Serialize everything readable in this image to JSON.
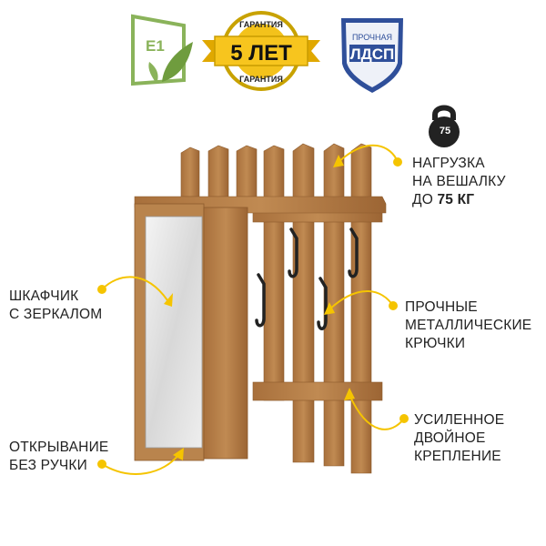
{
  "badges": {
    "e1": "E1",
    "warranty_top": "ГАРАНТИЯ",
    "warranty_main": "5 ЛЕТ",
    "warranty_bottom": "ГАРАНТИЯ",
    "ldsp_top": "ПРОЧНАЯ",
    "ldsp_main": "ЛДСП"
  },
  "kettlebell_value": "75",
  "callouts": {
    "load": {
      "line1": "НАГРУЗКА",
      "line2": "НА ВЕШАЛКУ",
      "line3_prefix": "ДО ",
      "line3_bold": "75 КГ"
    },
    "cabinet": {
      "line1": "ШКАФЧИК",
      "line2": "С ЗЕРКАЛОМ"
    },
    "hooks": {
      "line1": "ПРОЧНЫЕ",
      "line2": "МЕТАЛЛИЧЕСКИЕ",
      "line3": "КРЮЧКИ"
    },
    "opening": {
      "line1": "ОТКРЫВАНИЕ",
      "line2": "БЕЗ РУЧКИ"
    },
    "mount": {
      "line1": "УСИЛЕННОЕ",
      "line2": "ДВОЙНОЕ",
      "line3": "КРЕПЛЕНИЕ"
    }
  },
  "colors": {
    "accent": "#f5c400",
    "wood": "#b07a45",
    "wood_dark": "#8c5a2c",
    "hook": "#222222",
    "e1_green": "#7aa64a",
    "ldsp_blue": "#2f4f9a"
  }
}
